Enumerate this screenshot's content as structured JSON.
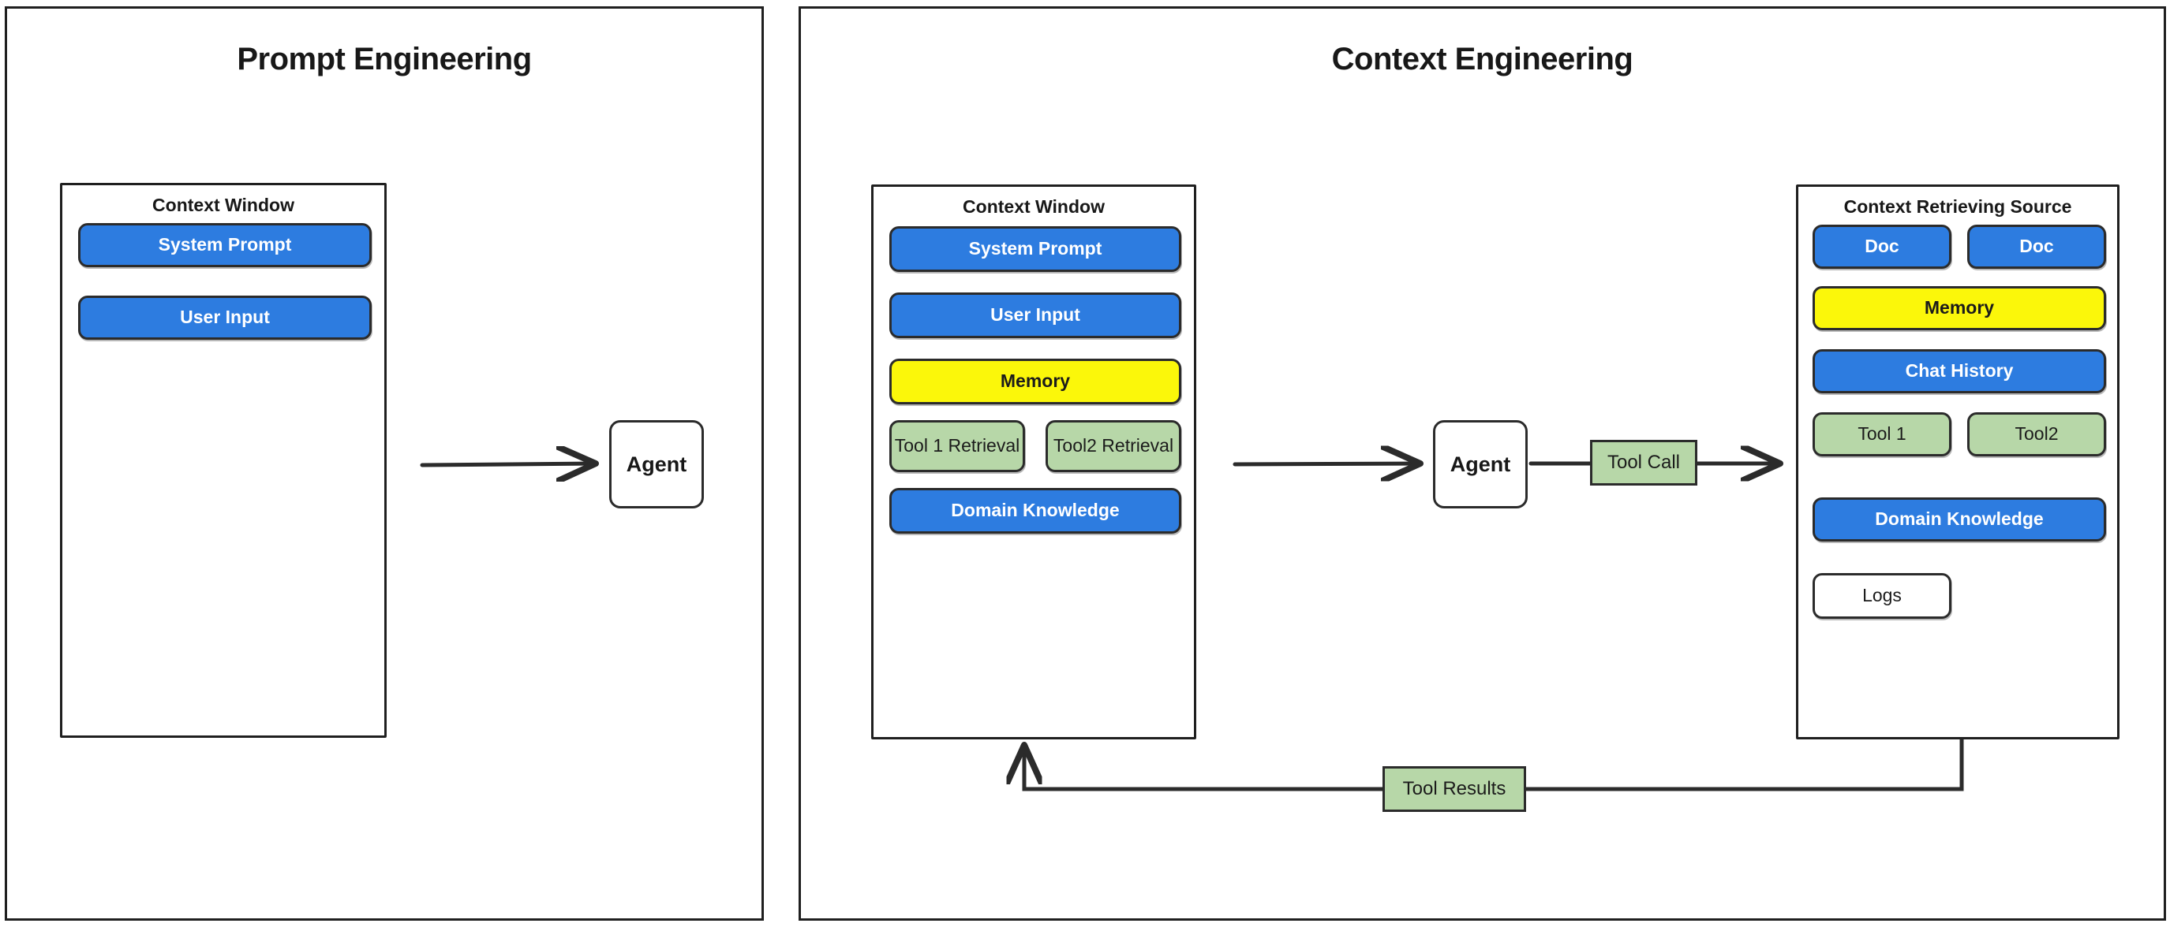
{
  "panels": {
    "left": {
      "title": "Prompt Engineering",
      "context_window": {
        "title": "Context Window",
        "chips": [
          {
            "label": "System Prompt",
            "color": "blue"
          },
          {
            "label": "User Input",
            "color": "blue"
          }
        ]
      },
      "agent": {
        "label": "Agent"
      }
    },
    "right": {
      "title": "Context Engineering",
      "context_window": {
        "title": "Context Window",
        "chips": [
          {
            "label": "System Prompt",
            "color": "blue"
          },
          {
            "label": "User Input",
            "color": "blue"
          },
          {
            "label": "Memory",
            "color": "yellow"
          },
          {
            "label": "Tool 1 Retrieval",
            "color": "green"
          },
          {
            "label": "Tool2 Retrieval",
            "color": "green"
          },
          {
            "label": "Domain Knowledge",
            "color": "blue"
          }
        ]
      },
      "agent": {
        "label": "Agent"
      },
      "tool_call": {
        "label": "Tool Call"
      },
      "tool_results": {
        "label": "Tool Results"
      },
      "context_source": {
        "title": "Context Retrieving Source",
        "chips": [
          {
            "label": "Doc",
            "color": "blue"
          },
          {
            "label": "Doc",
            "color": "blue"
          },
          {
            "label": "Memory",
            "color": "yellow"
          },
          {
            "label": "Chat History",
            "color": "blue"
          },
          {
            "label": "Tool 1",
            "color": "green"
          },
          {
            "label": "Tool2",
            "color": "green"
          },
          {
            "label": "Domain Knowledge",
            "color": "blue"
          },
          {
            "label": "Logs",
            "color": "white"
          }
        ]
      }
    }
  },
  "colors": {
    "blue": "#2d7ce0",
    "yellow": "#fbf70a",
    "green": "#b7d7a8",
    "white": "#ffffff",
    "stroke": "#2b2b2b"
  }
}
